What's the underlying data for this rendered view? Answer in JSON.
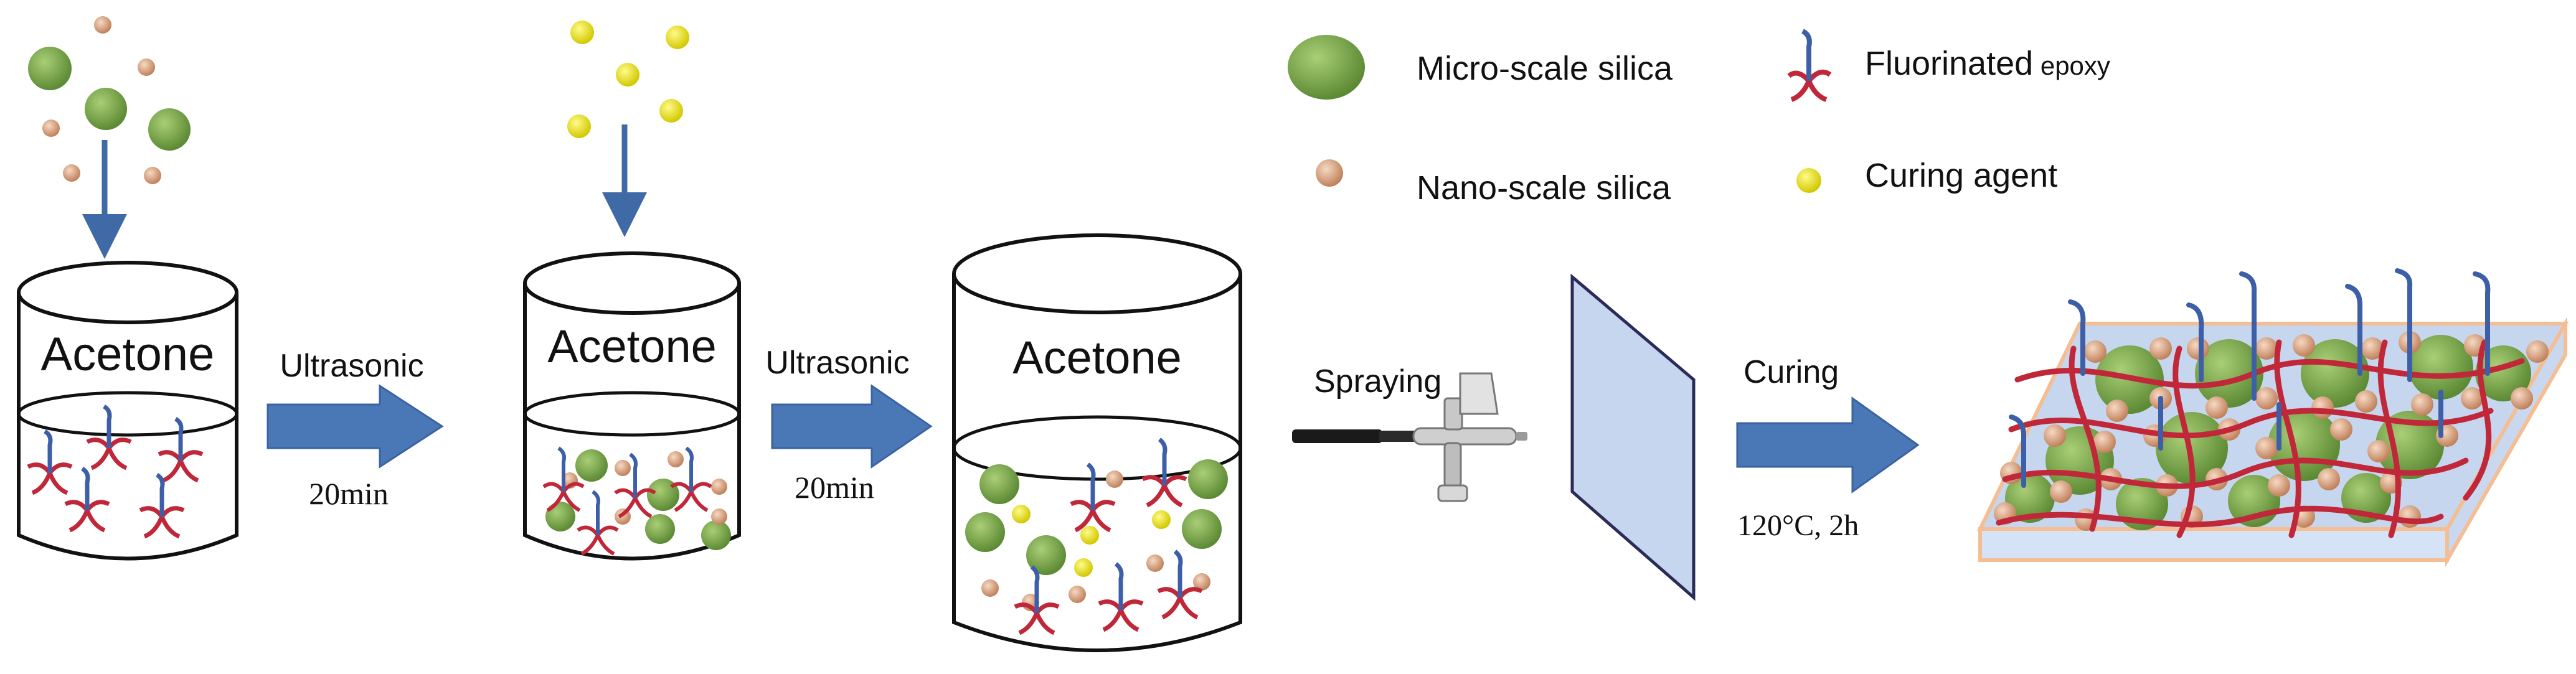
{
  "legend": {
    "micro_silica": "Micro-scale silica",
    "nano_silica": "Nano-scale silica",
    "fluorinated_epoxy_main": "Fluorinated",
    "fluorinated_epoxy_small": " epoxy",
    "curing_agent": "Curing agent"
  },
  "steps": {
    "beaker1_label": "Acetone",
    "beaker2_label": "Acetone",
    "beaker3_label": "Acetone",
    "arrow1_label": "Ultrasonic",
    "arrow1_time": "20min",
    "arrow2_label": "Ultrasonic",
    "arrow2_time": "20min",
    "spraying_label": "Spraying",
    "curing_label": "Curing",
    "curing_conditions": "120°C,  2h"
  },
  "colors": {
    "micro_silica": "#7aa24a",
    "nano_silica": "#d9a07c",
    "curing_agent": "#f2ee10",
    "epoxy_backbone": "#3d5fa8",
    "epoxy_chain": "#c0283a",
    "arrow": "#4a77b6",
    "substrate": "#c6d6ef",
    "substrate_edge": "#f4bd92"
  }
}
